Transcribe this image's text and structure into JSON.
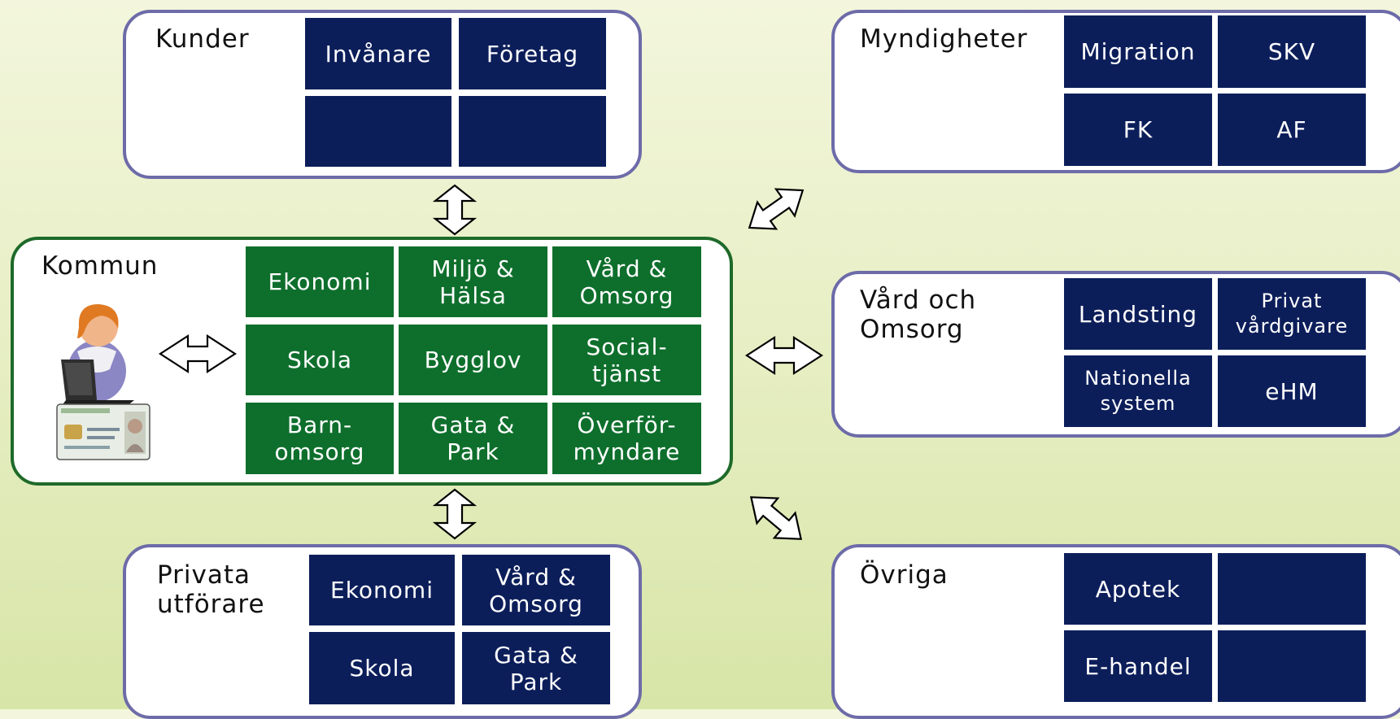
{
  "colors": {
    "navy_tile": "#0c1e5a",
    "green_tile": "#0e6f2c",
    "panel_border": "#6d6ba8",
    "kommun_border": "#1e6a2a"
  },
  "kunder": {
    "title": "Kunder",
    "tiles": [
      "Invånare",
      "Företag",
      "",
      ""
    ]
  },
  "myndigheter": {
    "title": "Myndigheter",
    "tiles": [
      "Migration",
      "SKV",
      "FK",
      "AF"
    ]
  },
  "kommun": {
    "title": "Kommun",
    "tiles": [
      "Ekonomi",
      "Miljö &\nHälsa",
      "Vård &\nOmsorg",
      "Skola",
      "Bygglov",
      "Social-\ntjänst",
      "Barn-\nomsorg",
      "Gata &\nPark",
      "Överför-\nmyndare"
    ]
  },
  "vard": {
    "title": "Vård och\nOmsorg",
    "tiles": [
      "Landsting",
      "Privat\nvårdgivare",
      "Nationella\nsystem",
      "eHM"
    ]
  },
  "privata": {
    "title": "Privata\nutförare",
    "tiles": [
      "Ekonomi",
      "Vård &\nOmsorg",
      "Skola",
      "Gata &\nPark"
    ]
  },
  "ovriga": {
    "title": "Övriga",
    "tiles": [
      "Apotek",
      "",
      "E-handel",
      ""
    ]
  },
  "icons": [
    "user-at-laptop-icon",
    "id-card-icon",
    "double-arrow-icon"
  ]
}
